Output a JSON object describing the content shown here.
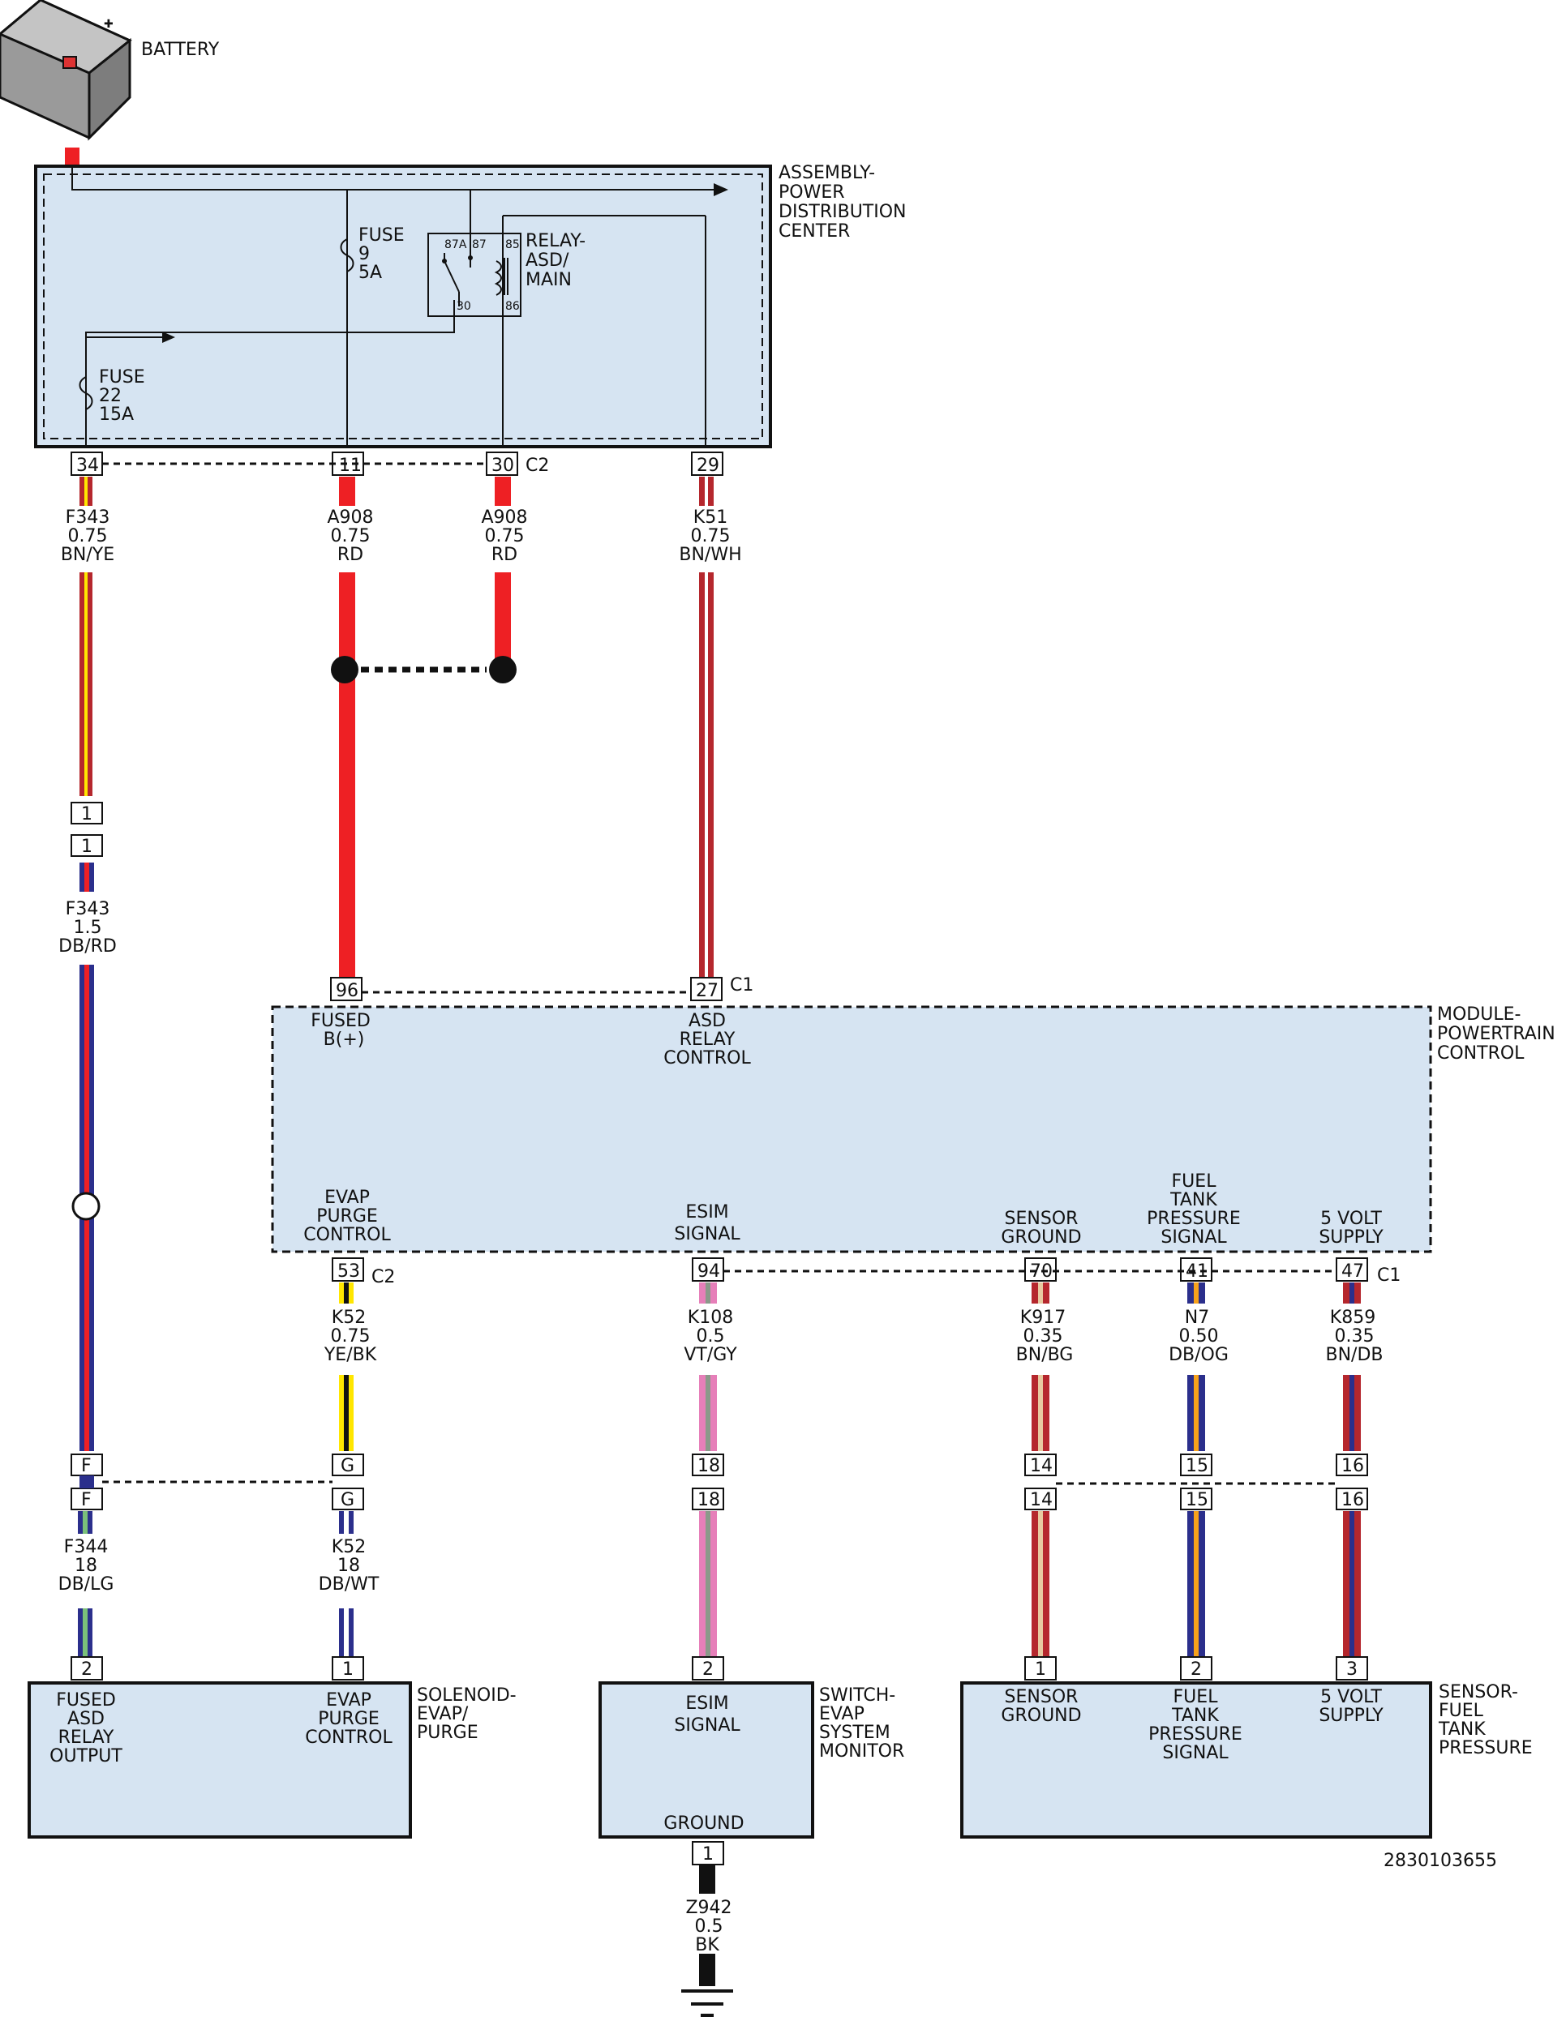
{
  "battery": {
    "label": "BATTERY"
  },
  "pdc": {
    "title": [
      "ASSEMBLY-",
      "POWER",
      "DISTRIBUTION",
      "CENTER"
    ],
    "fuse9": [
      "FUSE",
      "9",
      "5A"
    ],
    "fuse22": [
      "FUSE",
      "22",
      "15A"
    ],
    "relay": [
      "RELAY-",
      "ASD/",
      "MAIN"
    ],
    "relay_pins": {
      "p87a": "87A",
      "p87": "87",
      "p85": "85",
      "p30": "30",
      "p86": "86"
    },
    "pins": {
      "p34": "34",
      "p11": "11",
      "p30": "30",
      "p29": "29"
    },
    "connector": "C2"
  },
  "wires": {
    "f343_a": [
      "F343",
      "0.75",
      "BN/YE"
    ],
    "a908_a": [
      "A908",
      "0.75",
      "RD"
    ],
    "a908_b": [
      "A908",
      "0.75",
      "RD"
    ],
    "k51": [
      "K51",
      "0.75",
      "BN/WH"
    ],
    "f343_b": [
      "F343",
      "1.5",
      "DB/RD"
    ],
    "k52_a": [
      "K52",
      "0.75",
      "YE/BK"
    ],
    "k108": [
      "K108",
      "0.5",
      "VT/GY"
    ],
    "k917": [
      "K917",
      "0.35",
      "BN/BG"
    ],
    "n7": [
      "N7",
      "0.50",
      "DB/OG"
    ],
    "k859": [
      "K859",
      "0.35",
      "BN/DB"
    ],
    "f344": [
      "F344",
      "18",
      "DB/LG"
    ],
    "k52_b": [
      "K52",
      "18",
      "DB/WT"
    ],
    "z942": [
      "Z942",
      "0.5",
      "BK"
    ]
  },
  "inline_pins": {
    "one_a": "1",
    "one_b": "1",
    "f_a": "F",
    "f_b": "F",
    "g_a": "G",
    "g_b": "G",
    "p18_a": "18",
    "p18_b": "18",
    "p14_a": "14",
    "p14_b": "14",
    "p15_a": "15",
    "p15_b": "15",
    "p16_a": "16",
    "p16_b": "16"
  },
  "pcm": {
    "title": [
      "MODULE-",
      "POWERTRAIN",
      "CONTROL"
    ],
    "fused_b": [
      "FUSED",
      "B(+)"
    ],
    "asd_relay_control": [
      "ASD",
      "RELAY",
      "CONTROL"
    ],
    "evap_purge_control": [
      "EVAP",
      "PURGE",
      "CONTROL"
    ],
    "esim_signal": [
      "ESIM",
      "SIGNAL"
    ],
    "sensor_ground": [
      "SENSOR",
      "GROUND"
    ],
    "fuel_tank_pressure_signal": [
      "FUEL",
      "TANK",
      "PRESSURE",
      "SIGNAL"
    ],
    "five_volt_supply": [
      "5 VOLT",
      "SUPPLY"
    ],
    "pins": {
      "p96": "96",
      "p27": "27",
      "p53": "53",
      "p94": "94",
      "p70": "70",
      "p41": "41",
      "p47": "47"
    },
    "connector_c1": "C1",
    "connector_c2": "C2",
    "connector_c1b": "C1"
  },
  "solenoid": {
    "title": [
      "SOLENOID-",
      "EVAP/",
      "PURGE"
    ],
    "fused_asd": [
      "FUSED",
      "ASD",
      "RELAY",
      "OUTPUT"
    ],
    "evap_purge": [
      "EVAP",
      "PURGE",
      "CONTROL"
    ],
    "pins": {
      "p2": "2",
      "p1": "1"
    }
  },
  "switch": {
    "title": [
      "SWITCH-",
      "EVAP",
      "SYSTEM",
      "MONITOR"
    ],
    "esim": [
      "ESIM",
      "SIGNAL"
    ],
    "ground": "GROUND",
    "pins": {
      "p2": "2",
      "p1": "1"
    }
  },
  "sensor": {
    "title": [
      "SENSOR-",
      "FUEL",
      "TANK",
      "PRESSURE"
    ],
    "sensor_ground": [
      "SENSOR",
      "GROUND"
    ],
    "fuel_tank_pressure_signal": [
      "FUEL",
      "TANK",
      "PRESSURE",
      "SIGNAL"
    ],
    "five_volt_supply": [
      "5 VOLT",
      "SUPPLY"
    ],
    "pins": {
      "p1": "1",
      "p2": "2",
      "p3": "3"
    }
  },
  "doc_number": "2830103655",
  "colors": {
    "box_fill": "#d6e4f2",
    "red": "#ee2024",
    "brown": "#b5272d",
    "yellow": "#ffe600",
    "blue": "#2b2f8c",
    "orange": "#f7a21b",
    "violet": "#e67fb9",
    "gray": "#8a9a8a",
    "light_green": "#7ac07a",
    "beige": "#e8c9a0"
  }
}
